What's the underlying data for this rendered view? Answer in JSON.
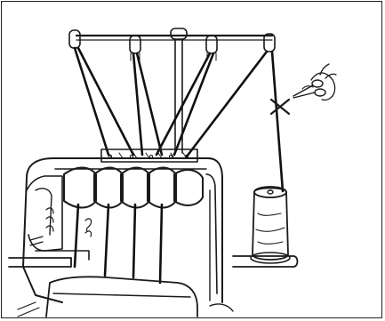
{
  "figure": {
    "subject": "serger-threading-illustration",
    "visible_marks": [
      "X"
    ],
    "thread_cones": 4,
    "external_spool": 1
  },
  "colors": {
    "ink": "#1a1a1a",
    "paper": "#ffffff"
  }
}
